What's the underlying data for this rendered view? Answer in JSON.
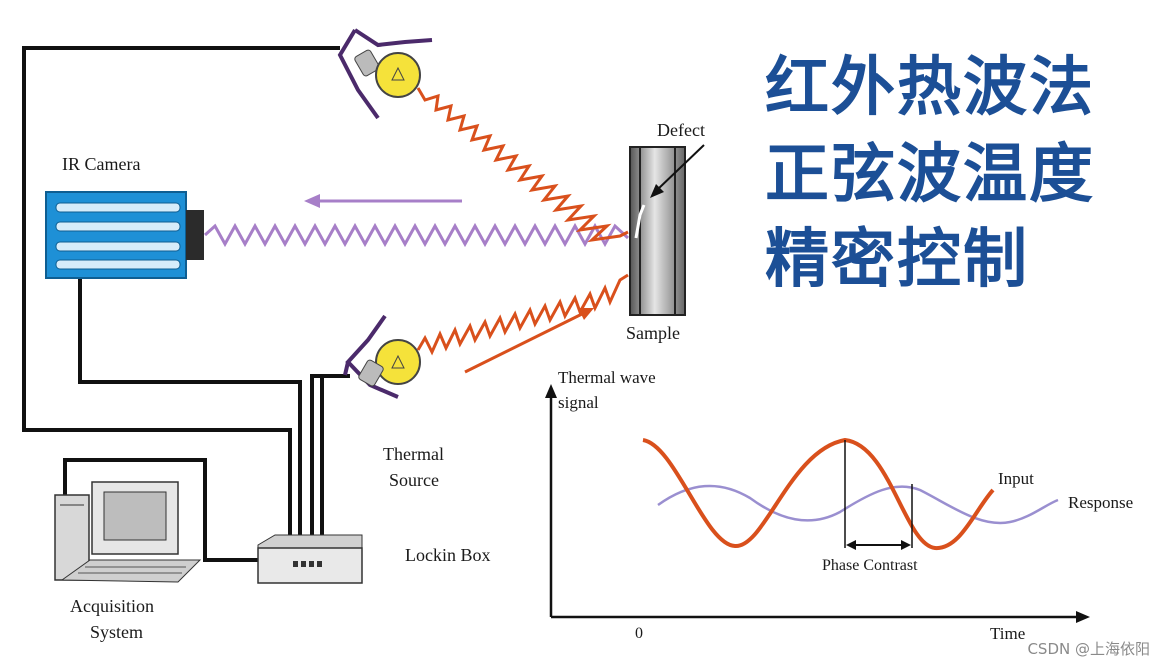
{
  "title_lines": [
    "红外热波法",
    "正弦波温度",
    "精密控制"
  ],
  "labels": {
    "ir_camera": "IR Camera",
    "defect": "Defect",
    "sample": "Sample",
    "thermal_source_1": "Thermal",
    "thermal_source_2": "Source",
    "lockin_box": "Lockin Box",
    "acquisition_1": "Acquisition",
    "acquisition_2": "System"
  },
  "chart": {
    "ylabel_1": "Thermal wave",
    "ylabel_2": "signal",
    "origin": "0",
    "xlabel": "Time",
    "input": "Input",
    "response": "Response",
    "phase": "Phase Contrast"
  },
  "colors": {
    "heat_wave": "#d9501c",
    "ir_wave": "#a77fc8",
    "camera": "#1e90d6",
    "bulb": "#f5e23a",
    "title": "#1c4f96",
    "response_curve": "#9a8fd0"
  },
  "watermark": "CSDN @上海依阳"
}
